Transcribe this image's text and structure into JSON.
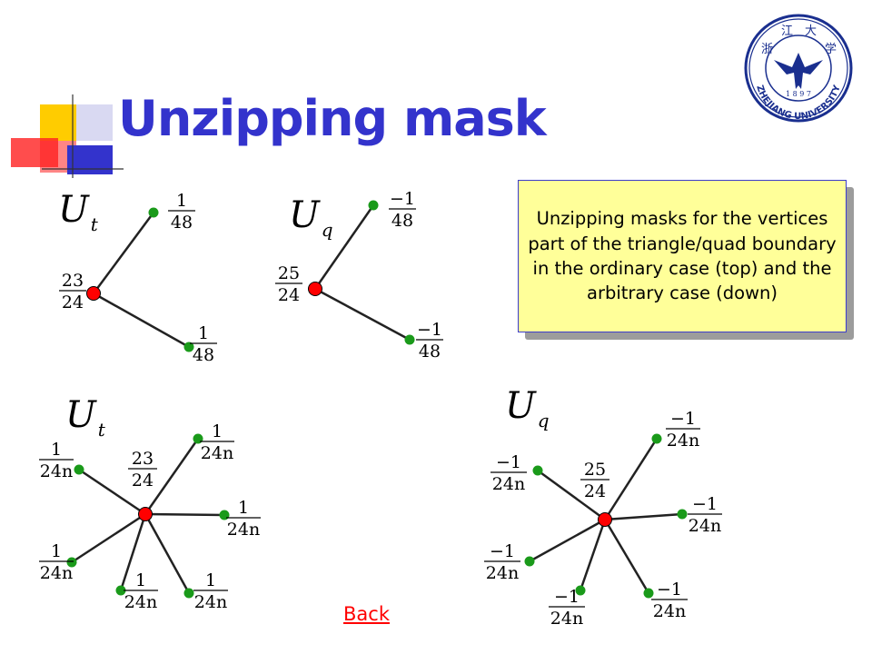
{
  "slide": {
    "title": "Unzipping mask",
    "callout_text": "Unzipping masks for the vertices part of the triangle/quad boundary in the ordinary case (top) and the arbitrary case (down)",
    "back_link": "Back"
  },
  "logo": {
    "seal_chars": [
      "浙",
      "江",
      "大",
      "学"
    ],
    "year": "1 8 9 7",
    "name": "ZHEJIANG UNIVERSITY"
  },
  "diagrams": [
    {
      "id": "ordinary-triangle",
      "mask_label": {
        "main": "U",
        "sub": "t"
      },
      "center_weight": {
        "num": "23",
        "den": "24"
      },
      "neighbors": [
        {
          "num": "1",
          "den": "48"
        },
        {
          "num": "1",
          "den": "48"
        }
      ]
    },
    {
      "id": "ordinary-quad",
      "mask_label": {
        "main": "U",
        "sub": "q"
      },
      "center_weight": {
        "num": "25",
        "den": "24"
      },
      "neighbors": [
        {
          "num": "−1",
          "den": "48"
        },
        {
          "num": "−1",
          "den": "48"
        }
      ]
    },
    {
      "id": "arbitrary-triangle",
      "mask_label": {
        "main": "U",
        "sub": "t"
      },
      "center_weight": {
        "num": "23",
        "den": "24"
      },
      "neighbors": [
        {
          "num": "1",
          "den": "24n"
        },
        {
          "num": "1",
          "den": "24n"
        },
        {
          "num": "1",
          "den": "24n"
        },
        {
          "num": "1",
          "den": "24n"
        },
        {
          "num": "1",
          "den": "24n"
        },
        {
          "num": "1",
          "den": "24n"
        }
      ]
    },
    {
      "id": "arbitrary-quad",
      "mask_label": {
        "main": "U",
        "sub": "q"
      },
      "center_weight": {
        "num": "25",
        "den": "24"
      },
      "neighbors": [
        {
          "num": "−1",
          "den": "24n"
        },
        {
          "num": "−1",
          "den": "24n"
        },
        {
          "num": "−1",
          "den": "24n"
        },
        {
          "num": "−1",
          "den": "24n"
        },
        {
          "num": "−1",
          "den": "24n"
        },
        {
          "num": "−1",
          "den": "24n"
        }
      ]
    }
  ],
  "colors": {
    "title": "#3333cc",
    "center_vertex": "#ff0000",
    "neighbor_vertex": "#1a9a1a",
    "edge": "#222222",
    "callout_fill": "#ffff99",
    "back_link": "#ff0000"
  }
}
